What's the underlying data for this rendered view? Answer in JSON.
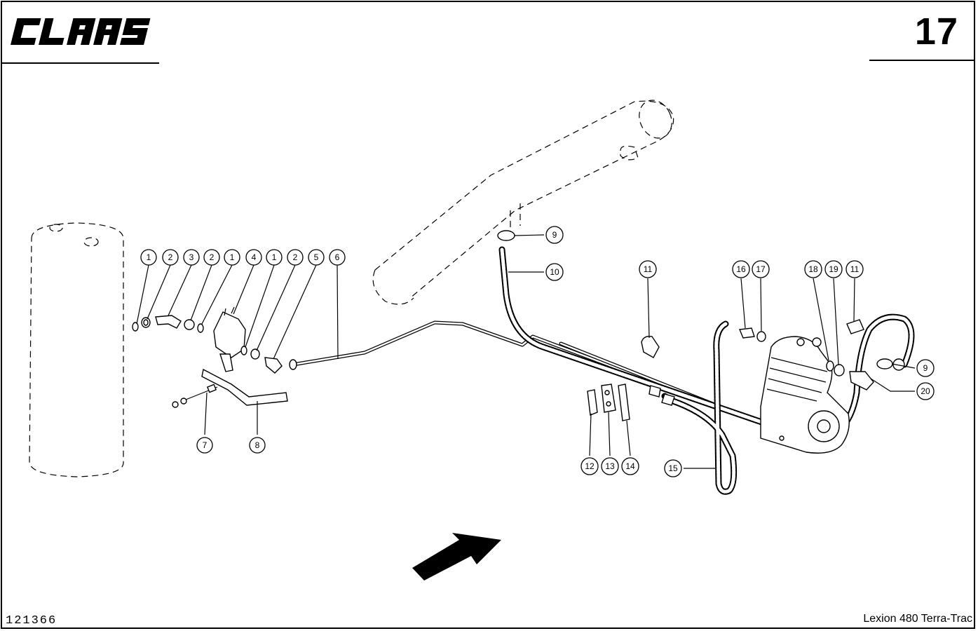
{
  "header": {
    "brand": "CLAAS",
    "page_number": "17"
  },
  "footer": {
    "drawing_number": "121366",
    "model": "Lexion 480 Terra-Trac"
  },
  "callouts": [
    {
      "id": "c1a",
      "label": "1"
    },
    {
      "id": "c2a",
      "label": "2"
    },
    {
      "id": "c3",
      "label": "3"
    },
    {
      "id": "c2b",
      "label": "2"
    },
    {
      "id": "c1b",
      "label": "1"
    },
    {
      "id": "c4",
      "label": "4"
    },
    {
      "id": "c1c",
      "label": "1"
    },
    {
      "id": "c2c",
      "label": "2"
    },
    {
      "id": "c5",
      "label": "5"
    },
    {
      "id": "c6",
      "label": "6"
    },
    {
      "id": "c7",
      "label": "7"
    },
    {
      "id": "c8",
      "label": "8"
    },
    {
      "id": "c9a",
      "label": "9"
    },
    {
      "id": "c10",
      "label": "10"
    },
    {
      "id": "c11a",
      "label": "11"
    },
    {
      "id": "c12",
      "label": "12"
    },
    {
      "id": "c13",
      "label": "13"
    },
    {
      "id": "c14",
      "label": "14"
    },
    {
      "id": "c15",
      "label": "15"
    },
    {
      "id": "c16",
      "label": "16"
    },
    {
      "id": "c17",
      "label": "17"
    },
    {
      "id": "c18",
      "label": "18"
    },
    {
      "id": "c19",
      "label": "19"
    },
    {
      "id": "c11b",
      "label": "11"
    },
    {
      "id": "c9b",
      "label": "9"
    },
    {
      "id": "c20",
      "label": "20"
    }
  ]
}
